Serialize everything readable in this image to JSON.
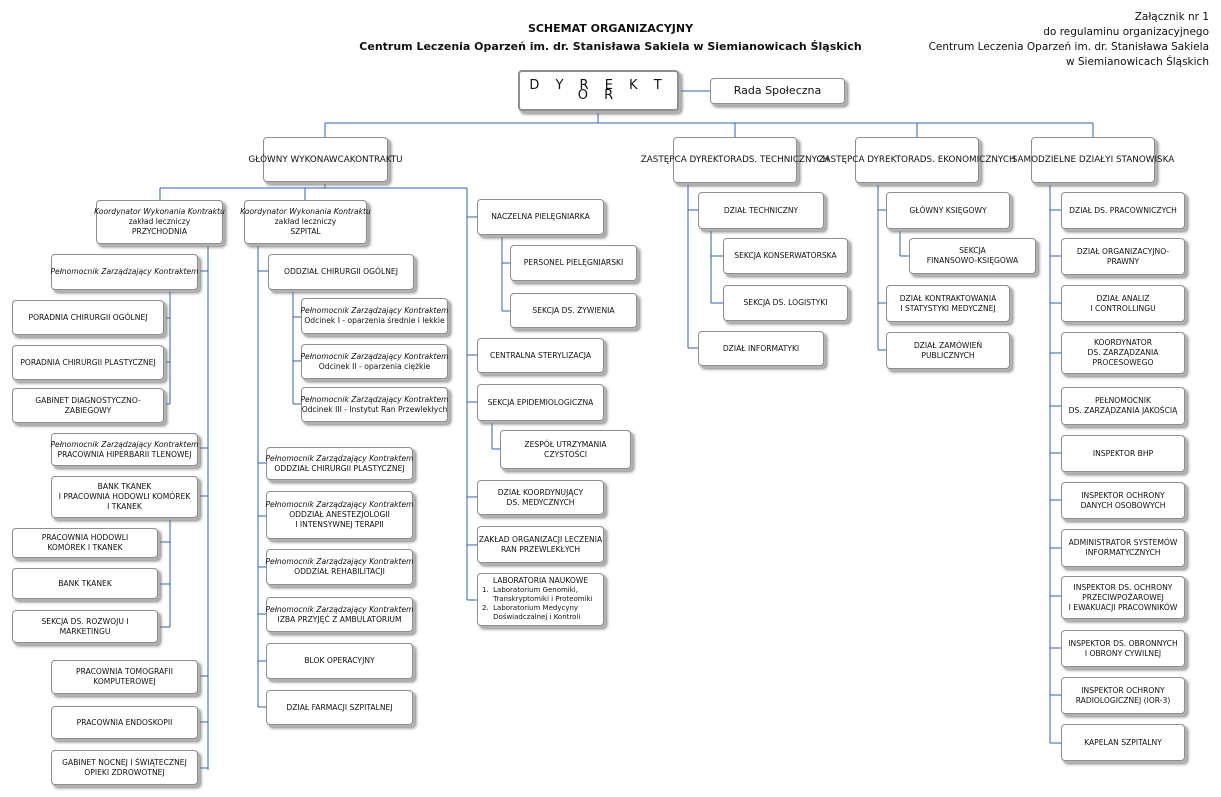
{
  "header": {
    "title": "SCHEMAT ORGANIZACYJNY",
    "subtitle": "Centrum Leczenia Oparzeń im. dr. Stanisława Sakiela w Siemianowicach Śląskich",
    "attachment": [
      "Załącznik nr 1",
      "do regulaminu organizacyjnego",
      "Centrum Leczenia Oparzeń im. dr. Stanisława Sakiela",
      "w Siemianowicach Śląskich"
    ]
  },
  "top": {
    "dyrektor": "D Y R E K T O R",
    "rada": "Rada  Społeczna"
  },
  "level1": {
    "glowny": [
      "GŁÓWNY WYKONAWCA",
      "KONTRAKTU"
    ],
    "techniczny": [
      "ZASTĘPCA DYREKTORA",
      "DS. TECHNICZNYCH"
    ],
    "ekonomiczny": [
      "ZASTĘPCA DYREKTORA",
      "DS. EKONOMICZNYCH"
    ],
    "samodzielne": [
      "SAMODZIELNE DZIAŁY",
      "I STANOWISKA"
    ]
  },
  "przychodnia": {
    "head": [
      "Koordynator Wykonania Kontraktu",
      "zakład leczniczy",
      "PRZYCHODNIA"
    ],
    "pelnomocnik": "Pełnomocnik Zarządzający Kontraktem",
    "poradnie": [
      "PORADNIA CHIRURGII OGÓLNEJ",
      "PORADNIA CHIRURGII PLASTYCZNEJ",
      "GABINET DIAGNOSTYCZNO-ZABIEGOWY"
    ],
    "hiperbaria": [
      "Pełnomocnik Zarządzający Kontraktem",
      "PRACOWNIA HIPERBARII TLENOWEJ"
    ],
    "bank": [
      "BANK TKANEK",
      "I PRACOWNIA HODOWLI KOMÓREK",
      "I TKANEK"
    ],
    "bank_items": [
      [
        "PRACOWNIA HODOWLI",
        "KOMÓREK I TKANEK"
      ],
      [
        "BANK TKANEK"
      ],
      [
        "SEKCJA DS. ROZWOJU I MARKETINGU"
      ]
    ],
    "bottom": [
      [
        "PRACOWNIA TOMOGRAFII",
        "KOMPUTEROWEJ"
      ],
      [
        "PRACOWNIA ENDOSKOPII"
      ],
      [
        "GABINET NOCNEJ I ŚWIĄTECZNEJ",
        "OPIEKI ZDROWOTNEJ"
      ]
    ]
  },
  "szpital": {
    "head": [
      "Koordynator Wykonania Kontraktu",
      "zakład leczniczy",
      "SZPITAL"
    ],
    "chirurgia": "ODDZIAŁ CHIRURGII OGÓLNEJ",
    "odcinki": [
      [
        "Pełnomocnik Zarządzający Kontraktem",
        "Odcinek I - oparzenia średnie i lekkie"
      ],
      [
        "Pełnomocnik Zarządzający Kontraktem",
        "Odcinek II - oparzenia ciężkie"
      ],
      [
        "Pełnomocnik Zarządzający Kontraktem",
        "Odcinek III - Instytut Ran Przewlekłych"
      ]
    ],
    "oddzialy": [
      [
        "Pełnomocnik Zarządzający Kontraktem",
        "ODDZIAŁ CHIRURGII PLASTYCZNEJ"
      ],
      [
        "Pełnomocnik Zarządzający Kontraktem",
        "ODDZIAŁ ANESTEZJOLOGII",
        "I INTENSYWNEJ TERAPII"
      ],
      [
        "Pełnomocnik Zarządzający Kontraktem",
        "ODDZIAŁ REHABILITACJI"
      ],
      [
        "Pełnomocnik Zarządzający Kontraktem",
        "IZBA PRZYJĘĆ Z AMBULATORIUM"
      ],
      [
        "BLOK OPERACYJNY"
      ],
      [
        "DZIAŁ FARMACJI SZPITALNEJ"
      ]
    ]
  },
  "pielegniarka": {
    "head": "NACZELNA PIELĘGNIARKA",
    "sub": [
      "PERSONEL PIELĘGNIARSKI",
      "SEKCJA DS. ŻYWIENIA"
    ],
    "sterylizacja": "CENTRALNA STERYLIZACJA",
    "epidemiologia": "SEKCJA EPIDEMIOLOGICZNA",
    "czystosc": [
      "ZESPÓŁ UTRZYMANIA",
      "CZYSTOŚCI"
    ],
    "koordynujacy": [
      "DZIAŁ KOORDYNUJĄCY",
      "DS. MEDYCZNYCH"
    ],
    "zaklad": [
      "ZAKŁAD ORGANIZACJI LECZENIA",
      "RAN PRZEWLEKŁYCH"
    ],
    "laboratoria": {
      "head": "LABORATORIA NAUKOWE",
      "items": [
        "1.  Laboratorium Genomiki,",
        "     Transkryptomiki i Proteomiki",
        "2.  Laboratorium Medycyny",
        "     Doświadczalnej i Kontroli"
      ]
    }
  },
  "technika": {
    "items": [
      "DZIAŁ TECHNICZNY",
      "SEKCJA KONSERWATORSKA",
      "SEKCJA DS. LOGISTYKI",
      "DZIAŁ INFORMATYKI"
    ]
  },
  "ekonomia": {
    "items": [
      [
        "GŁÓWNY KSIĘGOWY"
      ],
      [
        "SEKCJA",
        "FINANSOWO-KSIĘGOWA"
      ],
      [
        "DZIAŁ KONTRAKTOWANIA",
        "I STATYSTYKI MEDYCZNEJ"
      ],
      [
        "DZIAŁ ZAMÓWIEŃ PUBLICZNYCH"
      ]
    ]
  },
  "samodzielne": {
    "items": [
      [
        "DZIAŁ DS. PRACOWNICZYCH"
      ],
      [
        "DZIAŁ ORGANIZACYJNO-PRAWNY"
      ],
      [
        "DZIAŁ ANALIZ",
        "I CONTROLLINGU"
      ],
      [
        "KOORDYNATOR",
        "DS. ZARZĄDZANIA",
        "PROCESOWEGO"
      ],
      [
        "PEŁNOMOCNIK",
        "DS. ZARZĄDZANIA JAKOŚCIĄ"
      ],
      [
        "INSPEKTOR BHP"
      ],
      [
        "INSPEKTOR OCHRONY",
        "DANYCH OSOBOWYCH"
      ],
      [
        "ADMINISTRATOR SYSTEMÓW",
        "INFORMATYCZNYCH"
      ],
      [
        "INSPEKTOR DS. OCHRONY",
        "PRZECIWPOŻAROWEJ",
        "I EWAKUACJI PRACOWNIKÓW"
      ],
      [
        "INSPEKTOR DS. OBRONNYCH",
        "I OBRONY CYWILNEJ"
      ],
      [
        "INSPEKTOR OCHRONY",
        "RADIOLOGICZNEJ (IOR-3)"
      ],
      [
        "KAPELAN SZPITALNY"
      ]
    ]
  },
  "colors": {
    "connector": "#2f62b3",
    "box_border": "#8e8e8e",
    "shadow": "#777777"
  }
}
